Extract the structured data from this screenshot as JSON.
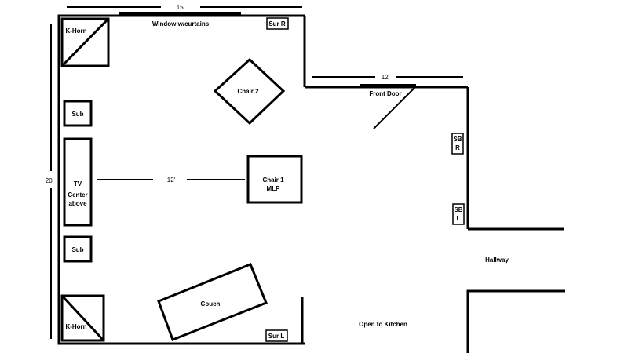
{
  "dimensions": {
    "top_width": "15'",
    "left_height": "20'",
    "entry_width": "12'",
    "tv_to_mlp": "12'"
  },
  "labels": {
    "window": "Window w/curtains",
    "front_door": "Front Door",
    "hallway": "Hallway",
    "kitchen": "Open to Kitchen"
  },
  "furniture": {
    "khorn_top": "K-Horn",
    "khorn_bottom": "K-Horn",
    "sur_r": "Sur R",
    "sur_l": "Sur L",
    "sub_top": "Sub",
    "sub_bottom": "Sub",
    "tv_line1": "TV",
    "tv_line2": "Center",
    "tv_line3": "above",
    "chair2": "Chair 2",
    "chair1_line1": "Chair 1",
    "chair1_line2": "MLP",
    "couch": "Couch",
    "sbr_line1": "SB",
    "sbr_line2": "R",
    "sbl_line1": "SB",
    "sbl_line2": "L"
  }
}
